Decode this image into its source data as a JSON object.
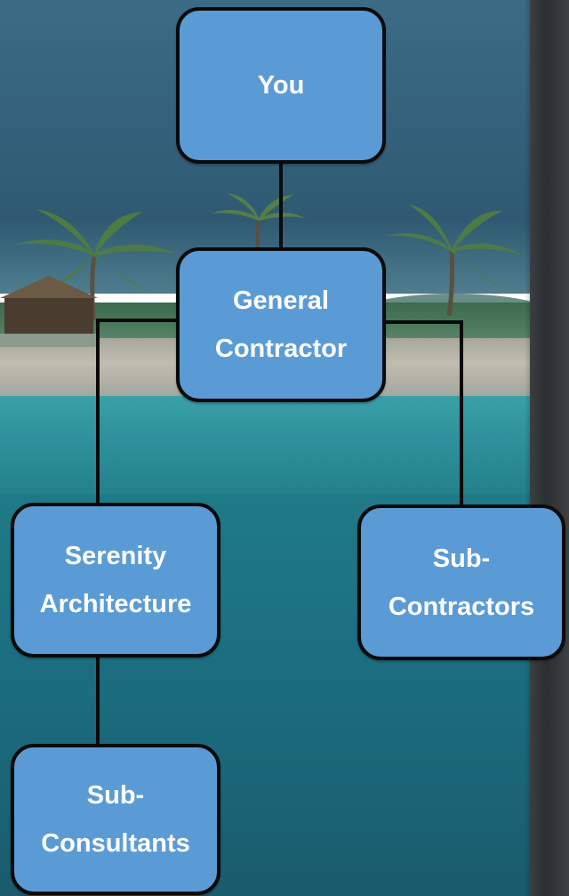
{
  "org_chart": {
    "nodes": [
      {
        "id": "you",
        "label": "You"
      },
      {
        "id": "general_contractor",
        "label": "General Contractor",
        "lines": [
          "General",
          "Contractor"
        ]
      },
      {
        "id": "serenity_architecture",
        "label": "Serenity Architecture",
        "lines": [
          "Serenity",
          "Architecture"
        ]
      },
      {
        "id": "sub_contractors",
        "label": "Sub-Contractors",
        "lines": [
          "Sub-",
          "Contractors"
        ]
      },
      {
        "id": "sub_consultants",
        "label": "Sub-Consultants",
        "lines": [
          "Sub-",
          "Consultants"
        ]
      }
    ],
    "edges": [
      {
        "from": "you",
        "to": "general_contractor"
      },
      {
        "from": "general_contractor",
        "to": "serenity_architecture"
      },
      {
        "from": "general_contractor",
        "to": "sub_contractors"
      },
      {
        "from": "serenity_architecture",
        "to": "sub_consultants"
      }
    ]
  },
  "colors": {
    "node_fill": "#5b9bd5",
    "node_border": "#0a0a0a",
    "node_text": "#ffffff",
    "connector": "#0a0a0a"
  },
  "icons": [
    "palm-tree-icon"
  ]
}
